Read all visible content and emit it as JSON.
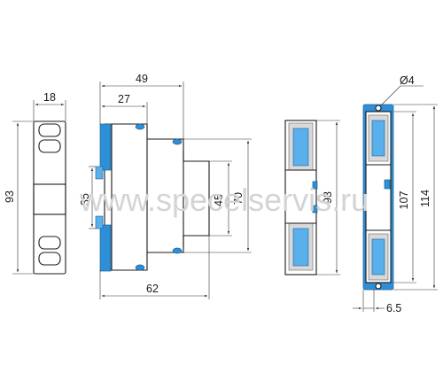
{
  "watermark": "www.specelservis.ru",
  "front_view": {
    "width_label": "18",
    "height_label": "93"
  },
  "side_view": {
    "total_width_label": "49",
    "front_width_label": "27",
    "rail_label": "35",
    "body_height_label": "45",
    "outer_height_label": "70",
    "bottom_width_label": "62"
  },
  "back_view": {
    "height_label": "93"
  },
  "right_view": {
    "hole_label": "Ø4",
    "height_inner_label": "107",
    "height_outer_label": "114",
    "thickness_label": "6.5"
  },
  "colors": {
    "accent_blue": "#2e8fd6",
    "outline": "#1a1a1a",
    "watermark": "#d4d4d4"
  }
}
